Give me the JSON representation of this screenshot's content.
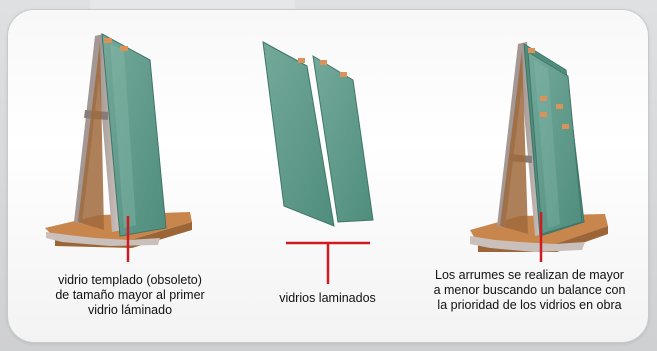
{
  "captions": {
    "left": [
      "vidrio templado (obsoleto)",
      "de tamaño mayor al primer",
      "vidrio láminado"
    ],
    "middle": [
      "vidrios laminados"
    ],
    "right": [
      "Los arrumes se realizan de mayor",
      "a menor buscando un balance con",
      "la prioridad de los vidrios en obra"
    ]
  },
  "colors": {
    "glass": "#5f9a8a",
    "frame": "#b5aaa6",
    "wood": "#c9864c",
    "pointer": "#d01a22"
  }
}
